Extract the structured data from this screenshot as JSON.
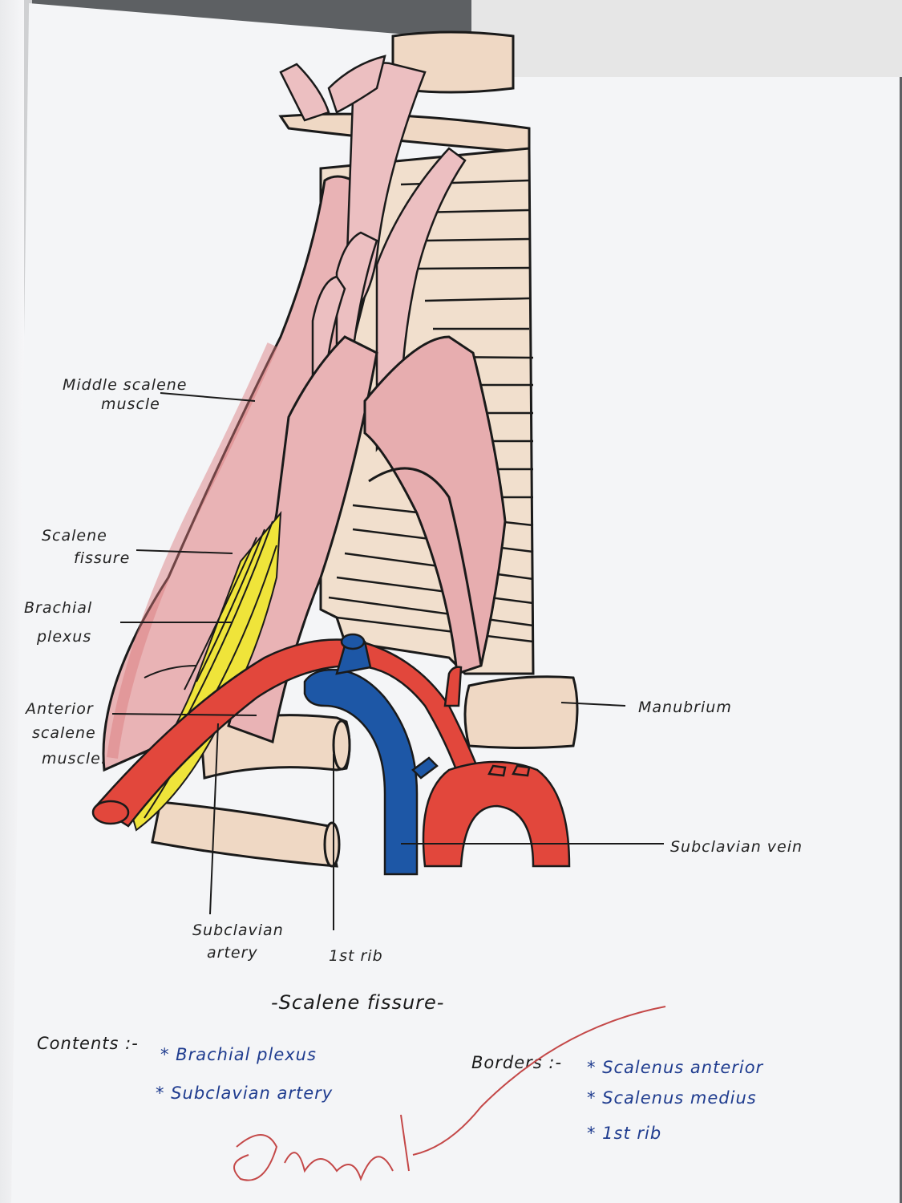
{
  "labels": {
    "middle_scalene_1": "Middle scalene",
    "middle_scalene_2": "muscle",
    "scalene_fissure_1": "Scalene",
    "scalene_fissure_2": "fissure",
    "brachial_plexus_1": "Brachial",
    "brachial_plexus_2": "plexus",
    "anterior_scalene_1": "Anterior",
    "anterior_scalene_2": "scalene",
    "anterior_scalene_3": "muscle.",
    "manubrium": "Manubrium",
    "subclavian_vein": "Subclavian vein",
    "subclavian_artery_1": "Subclavian",
    "subclavian_artery_2": "artery",
    "first_rib": "1st rib"
  },
  "title": "-Scalene fissure-",
  "contents": {
    "heading": "Contents :-",
    "items": [
      "* Brachial plexus",
      "* Subclavian artery"
    ]
  },
  "borders": {
    "heading": "Borders :-",
    "items": [
      "* Scalenus anterior",
      "* Scalenus medius",
      "* 1st rib"
    ]
  },
  "colors": {
    "muscle": "#e9b3b5",
    "muscle_shade": "#d9787b",
    "bone": "#efd8c4",
    "nerve": "#efe43a",
    "artery": "#e2473c",
    "vein": "#1d57a6",
    "ink": "#1a1a1a",
    "signature": "#c44848"
  }
}
